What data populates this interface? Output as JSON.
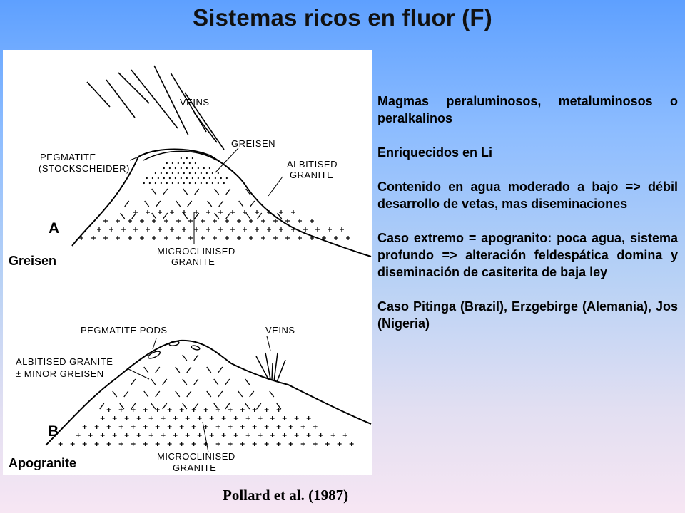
{
  "title": "Sistemas ricos en fluor (F)",
  "figure": {
    "panel_a": {
      "letter": "A",
      "caption": "Greisen",
      "labels": {
        "veins": "VEINS",
        "greisen": "GREISEN",
        "pegmatite_line1": "PEGMATITE",
        "pegmatite_line2": "(STOCKSCHEIDER)",
        "albitised_line1": "ALBITISED",
        "albitised_line2": "GRANITE",
        "microclinised_line1": "MICROCLINISED",
        "microclinised_line2": "GRANITE"
      }
    },
    "panel_b": {
      "letter": "B",
      "caption": "Apogranite",
      "labels": {
        "pegmatite_pods": "PEGMATITE PODS",
        "veins": "VEINS",
        "albitised_line1": "ALBITISED GRANITE",
        "albitised_line2": "± MINOR GREISEN",
        "microclinised_line1": "MICROCLINISED",
        "microclinised_line2": "GRANITE"
      }
    }
  },
  "paragraphs": [
    "Magmas peraluminosos, metaluminosos o peralkalinos",
    "Enriquecidos en Li",
    "Contenido en agua moderado a bajo => débil desarrollo de vetas, mas diseminaciones",
    "Caso extremo = apogranito: poca agua, sistema profundo => alteración feldespática domina y diseminación de casiterita de baja ley",
    "Caso Pitinga (Brazil), Erzgebirge (Alemania), Jos (Nigeria)"
  ],
  "citation": "Pollard et al. (1987)"
}
